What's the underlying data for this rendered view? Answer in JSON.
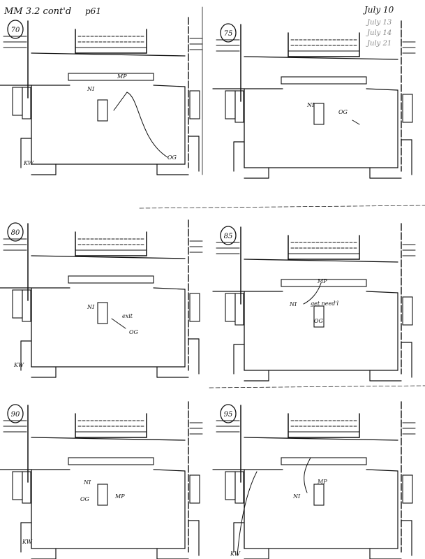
{
  "header": {
    "title": "MM 3.2 cont'd",
    "page": "p61",
    "dates": [
      "July 10",
      "July 13",
      "July 14",
      "July 21"
    ]
  },
  "panels": [
    {
      "frame": "70",
      "labels": [
        "NI",
        "MP",
        "OG",
        "KW"
      ]
    },
    {
      "frame": "75",
      "labels": [
        "NI",
        "OG"
      ]
    },
    {
      "frame": "80",
      "labels": [
        "NI",
        "exit",
        "OG",
        "KW"
      ]
    },
    {
      "frame": "85",
      "labels": [
        "NI",
        "MP",
        "get need'l",
        "OG"
      ]
    },
    {
      "frame": "90",
      "labels": [
        "NI",
        "OG",
        "MP",
        "KW"
      ]
    },
    {
      "frame": "95",
      "labels": [
        "NI",
        "MP",
        "KW"
      ]
    }
  ],
  "colors": {
    "ink": "#111111",
    "pencil": "#888888"
  }
}
